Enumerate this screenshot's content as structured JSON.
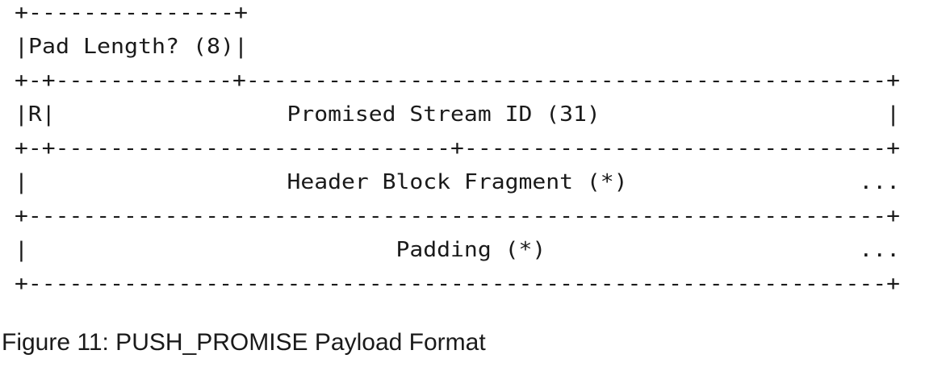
{
  "diagram": {
    "rows": [
      "+---------------+",
      "|Pad Length? (8)|",
      "+-+-------------+-----------------------------------------------+",
      "|R|                 Promised Stream ID (31)                     |",
      "+-+-----------------------------+-------------------------------+",
      "|                   Header Block Fragment (*)                 ...",
      "+---------------------------------------------------------------+",
      "|                           Padding (*)                       ...",
      "+---------------------------------------------------------------+"
    ]
  },
  "caption": "Figure 11: PUSH_PROMISE Payload Format"
}
